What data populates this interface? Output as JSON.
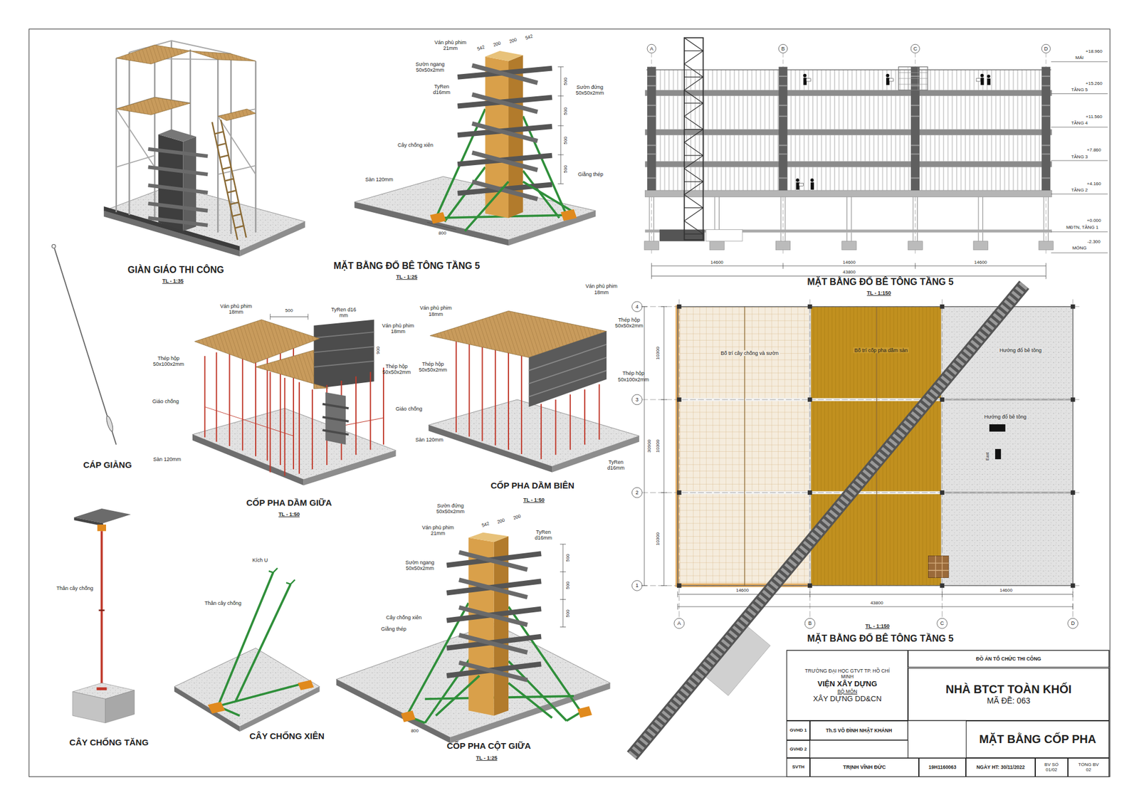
{
  "diagram": {
    "nodes": [
      {
        "text": [
          "TRƯỜNG ĐẠI HỌC GTVT TP. HỒ CHÍ MINH",
          "VIỆN XÂY DỰNG",
          "BỘ MÔN",
          "XÂY DỰNG DD&CN"
        ]
      },
      {
        "text": [
          "ĐỒ ÁN TỔ CHỨC THI CÔNG"
        ]
      },
      {
        "text": [
          "NHÀ BTCT TOÀN KHỐI",
          "MÃ ĐỀ: 063"
        ]
      },
      {
        "text": [
          "GVHD 1"
        ]
      },
      {
        "text": [
          "Th.S VÕ ĐÌNH NHẬT KHÁNH"
        ]
      },
      {
        "text": [
          "GVHD 2"
        ]
      },
      {
        "text": [
          "MẶT BẰNG CỐP PHA"
        ]
      },
      {
        "text": [
          "SVTH"
        ]
      },
      {
        "text": [
          "TRỊNH VĨNH ĐỨC"
        ]
      },
      {
        "text": [
          "19H1160063"
        ]
      },
      {
        "text": [
          "NGÀY HT: 30/11/2022"
        ]
      },
      {
        "text": [
          "BV SỐ",
          "01/02"
        ]
      },
      {
        "text": [
          "TỔNG BV",
          "02"
        ]
      }
    ],
    "labels": [
      "GIÀN GIÁO THI CÔNG",
      "TL - 1:35",
      "Ván phủ phim 21mm",
      "542",
      "200",
      "200",
      "542",
      "Sườn ngang 50x50x2mm",
      "TyRen d16mm",
      "Sườn đứng 50x50x2mm",
      "500",
      "500",
      "500",
      "500",
      "Cây chống xiên",
      "Sàn 120mm",
      "Giằng thép",
      "800",
      "MẶT BẰNG ĐỔ BÊ TÔNG TẦNG 5",
      "TL - 1:25",
      "A",
      "B",
      "C",
      "D",
      "MÁI",
      "+18.960",
      "TẦNG 5",
      "+15.260",
      "TẦNG 4",
      "+11.560",
      "TẦNG 3",
      "+7.860",
      "TẦNG 2",
      "+4.160",
      "MĐTN, TẦNG 1",
      "+0.000",
      "MÓNG",
      "-2.300",
      "14600",
      "14600",
      "14600",
      "43800",
      "MẶT BẰNG ĐỔ BÊ TÔNG TẦNG 5",
      "TL - 1:150",
      "4",
      "3",
      "2",
      "1",
      "10300",
      "10300",
      "10300",
      "30900",
      "Bố trí cây chống và sườn",
      "Bố trí cốp pha dầm sàn",
      "Hướng đổ bê tông",
      "Hướng đổ bê tông",
      "East",
      "14600",
      "14600",
      "43800",
      "A",
      "B",
      "C",
      "D",
      "TL - 1:150",
      "MẶT BẰNG ĐỔ BÊ TÔNG TẦNG 5",
      "CÁP GIẰNG",
      "Ván phủ phim 18mm",
      "TyRen d16 mm",
      "Ván phủ phim 18mm",
      "Thép hộp 50x100x2mm",
      "Thép hộp 50x50x2mm",
      "500",
      "900",
      "Giáo chống",
      "Sàn 120mm",
      "CỐP PHA DẦM GIỮA",
      "TL - 1:50",
      "Ván phủ phim 18mm",
      "Ván phủ phim 18mm",
      "Thép hộp 50x50x2mm",
      "Thép hộp 50x50x2mm",
      "Thép hộp 50x100x2mm",
      "Giáo chống",
      "Sàn 120mm",
      "TyRen d16mm",
      "CỐP PHA DẦM BIÊN",
      "TL - 1:50",
      "Thân cây chống",
      "CÂY CHỐNG TĂNG",
      "Kích U",
      "Thân cây chống",
      "CÂY CHỐNG XIÊN",
      "Sườn đứng 50x50x2mm",
      "542",
      "200",
      "200",
      "Ván phủ phim 21mm",
      "TyRen d16mm",
      "Sườn ngang 50x50x2mm",
      "500",
      "500",
      "500",
      "Cây chống xiên",
      "Giằng thép",
      "800",
      "CỐP PHA CỘT GIỮA",
      "TL - 1:25"
    ]
  }
}
